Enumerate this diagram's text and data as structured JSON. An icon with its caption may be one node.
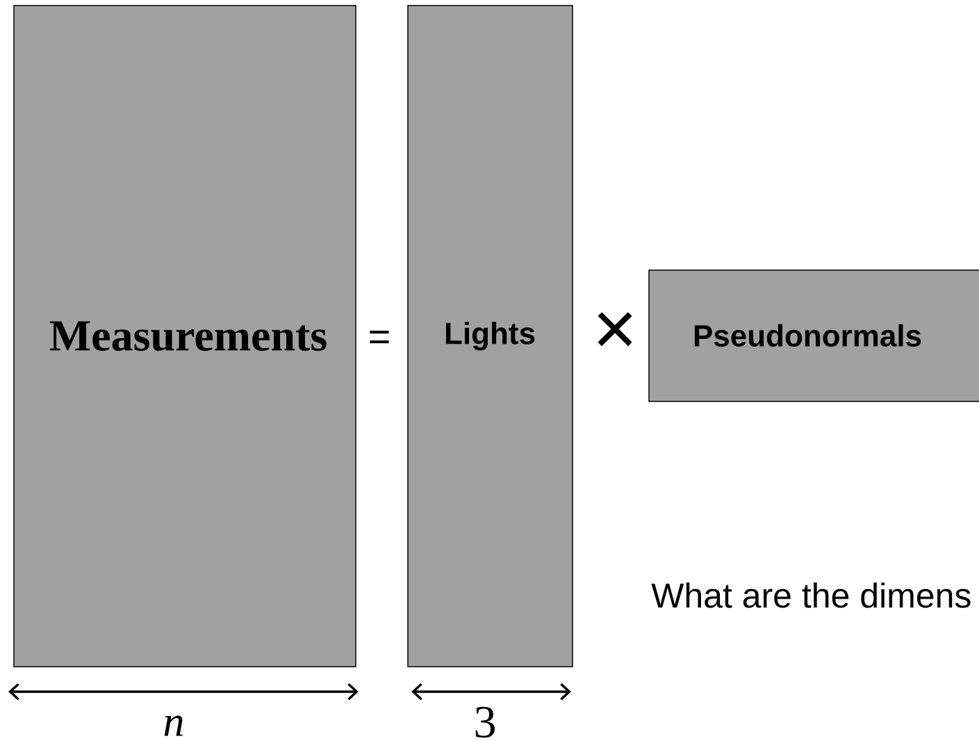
{
  "diagram": {
    "nodes": [
      {
        "text": [
          "Measurements"
        ]
      },
      {
        "text": [
          "Lights"
        ]
      },
      {
        "text": [
          "Pseudonormals"
        ]
      }
    ],
    "labels": [
      "=",
      "×",
      "What are the dimens",
      "n",
      "3"
    ]
  }
}
